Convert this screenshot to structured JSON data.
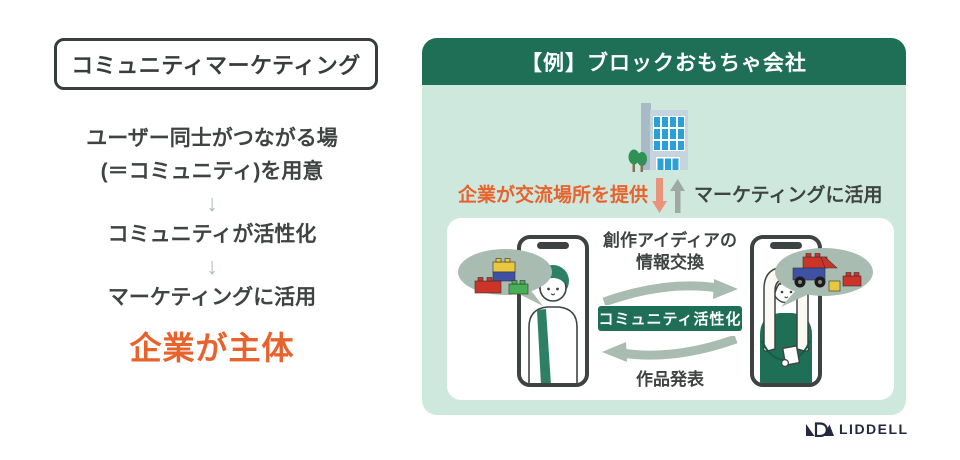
{
  "left_panel": {
    "title": "コミュニティマーケティング",
    "step1_line1": "ユーザー同士がつながる場",
    "step1_line2": "(＝コミュニティ)を用意",
    "step2": "コミュニティが活性化",
    "step3": "マーケティングに活用",
    "highlight": "企業が主体"
  },
  "icons": {
    "flow_arrow": "↓",
    "building": "office-building",
    "down_arrow": "orange-down-arrow",
    "up_arrow": "gray-up-arrow",
    "speech_bubbles": "lego-block-bubbles"
  },
  "example_card": {
    "header": "【例】ブロックおもちゃ会社",
    "provide_label": "企業が交流場所を提供",
    "utilize_label": "マーケティングに活用",
    "exchange_line1": "創作アイディアの",
    "exchange_line2": "情報交換",
    "badge": "コミュニティ活性化",
    "publish_label": "作品発表"
  },
  "footer": {
    "brand": "LIDDELL"
  },
  "colors": {
    "accent_orange": "#e8622d",
    "brand_green": "#1e6f55",
    "mint_bg": "#cfe8dd",
    "sage_arrow": "#a9bcb2",
    "salmon_arrow": "#e9947a",
    "gray_arrow": "#9fa9a4",
    "text_dark": "#383d3b",
    "logo_navy": "#232840"
  }
}
